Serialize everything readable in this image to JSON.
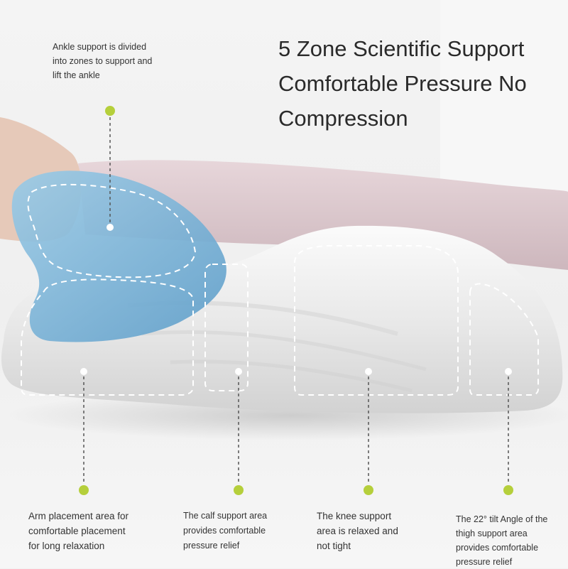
{
  "headline": "5 Zone Scientific Support\nComfortable Pressure No\nCompression",
  "callouts": {
    "ankle": "Ankle support is divided\ninto zones to support and\nlift the ankle",
    "arm": "Arm placement area for\ncomfortable placement\nfor long relaxation",
    "calf": "The calf support area\nprovides comfortable\npressure relief",
    "knee": "The knee support\narea is relaxed and\nnot tight",
    "thigh": "The 22° tilt Angle of the\n thigh support area\nprovides comfortable\npressure relief"
  },
  "colors": {
    "marker_dot": "#b5cf3b",
    "ankle_zone": "#7fb9dc",
    "pillow": "#e8e8e8",
    "leg": "#dccbd0",
    "dashed_outline": "#ffffff",
    "guide_line": "#555555"
  }
}
